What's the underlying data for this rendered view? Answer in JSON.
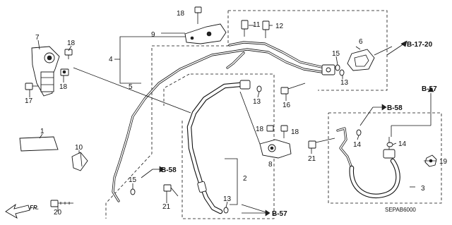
{
  "callouts": {
    "c1": "1",
    "c2": "2",
    "c3": "3",
    "c4": "4",
    "c5": "5",
    "c6": "6",
    "c7": "7",
    "c8": "8",
    "c9": "9",
    "c10": "10",
    "c11": "11",
    "c12": "12",
    "c13a": "13",
    "c13b": "13",
    "c13c": "13",
    "c14a": "14",
    "c14b": "14",
    "c15a": "15",
    "c15b": "15",
    "c16": "16",
    "c17": "17",
    "c18a": "18",
    "c18b": "18",
    "c18c": "18",
    "c18d": "18",
    "c18e": "18",
    "c19": "19",
    "c20": "20",
    "c21a": "21",
    "c21b": "21"
  },
  "references": {
    "b17_20": "B-17-20",
    "b57_top": "B-57",
    "b58_mid": "B-58",
    "b58_left": "B-58",
    "b57_bottom": "B-57"
  },
  "diagram_code": "SEPAB6000",
  "front_label": "FR."
}
